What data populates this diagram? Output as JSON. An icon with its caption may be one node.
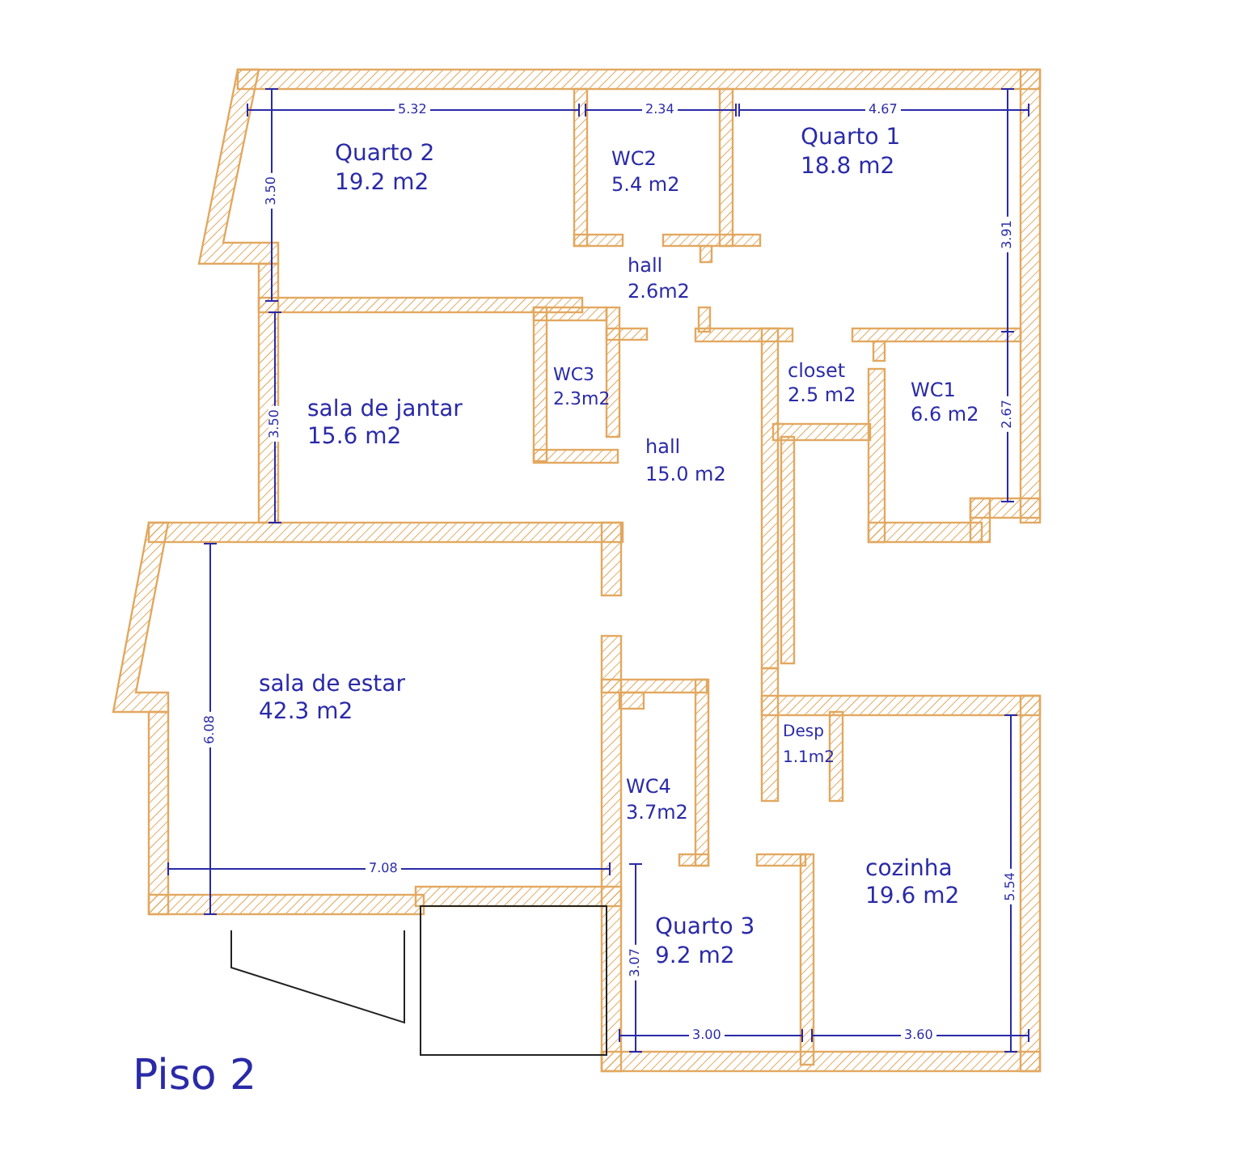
{
  "diagram": {
    "title": "Piso 2",
    "labels": [
      "5.32",
      "2.34",
      "4.67",
      "Quarto 2",
      "19.2 m2",
      "WC2",
      "5.4 m2",
      "Quarto 1",
      "18.8 m2",
      "3.50",
      "3.91",
      "hall",
      "2.6m2",
      "closet",
      "2.5 m2",
      "WC3",
      "2.3m2",
      "sala de jantar",
      "15.6 m2",
      "WC1",
      "6.6 m2",
      "3.50",
      "2.67",
      "hall",
      "15.0 m2",
      "sala de estar",
      "42.3 m2",
      "6.08",
      "Desp",
      "1.1m2",
      "WC4",
      "3.7m2",
      "7.08",
      "cozinha",
      "19.6 m2",
      "5.54",
      "Quarto 3",
      "9.2 m2",
      "3.07",
      "3.00",
      "3.60"
    ]
  }
}
